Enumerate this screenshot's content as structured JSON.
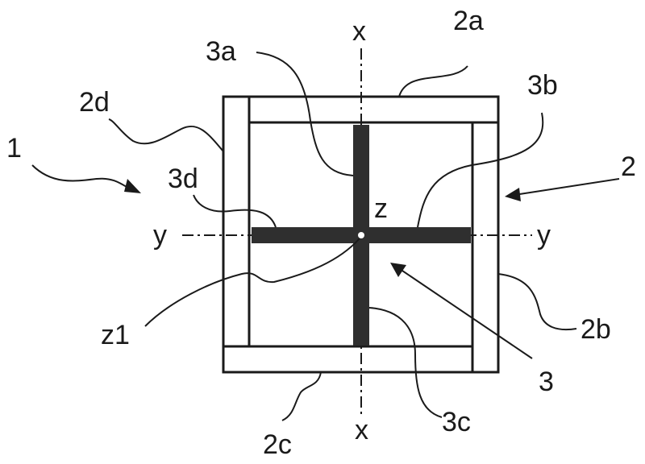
{
  "labels": {
    "device": "1",
    "frame": "2",
    "side_top": "2a",
    "side_right": "2b",
    "side_bottom": "2c",
    "side_left": "2d",
    "cross": "3",
    "arm_top": "3a",
    "arm_right": "3b",
    "arm_bottom": "3c",
    "arm_left": "3d",
    "center_axis": "z",
    "center_point": "z1",
    "axis_x_top": "x",
    "axis_x_bottom": "x",
    "axis_y_left": "y",
    "axis_y_right": "y"
  },
  "colors": {
    "ink": "#1a1a1a",
    "cross_fill": "#2f2f2f",
    "background": "#ffffff"
  }
}
